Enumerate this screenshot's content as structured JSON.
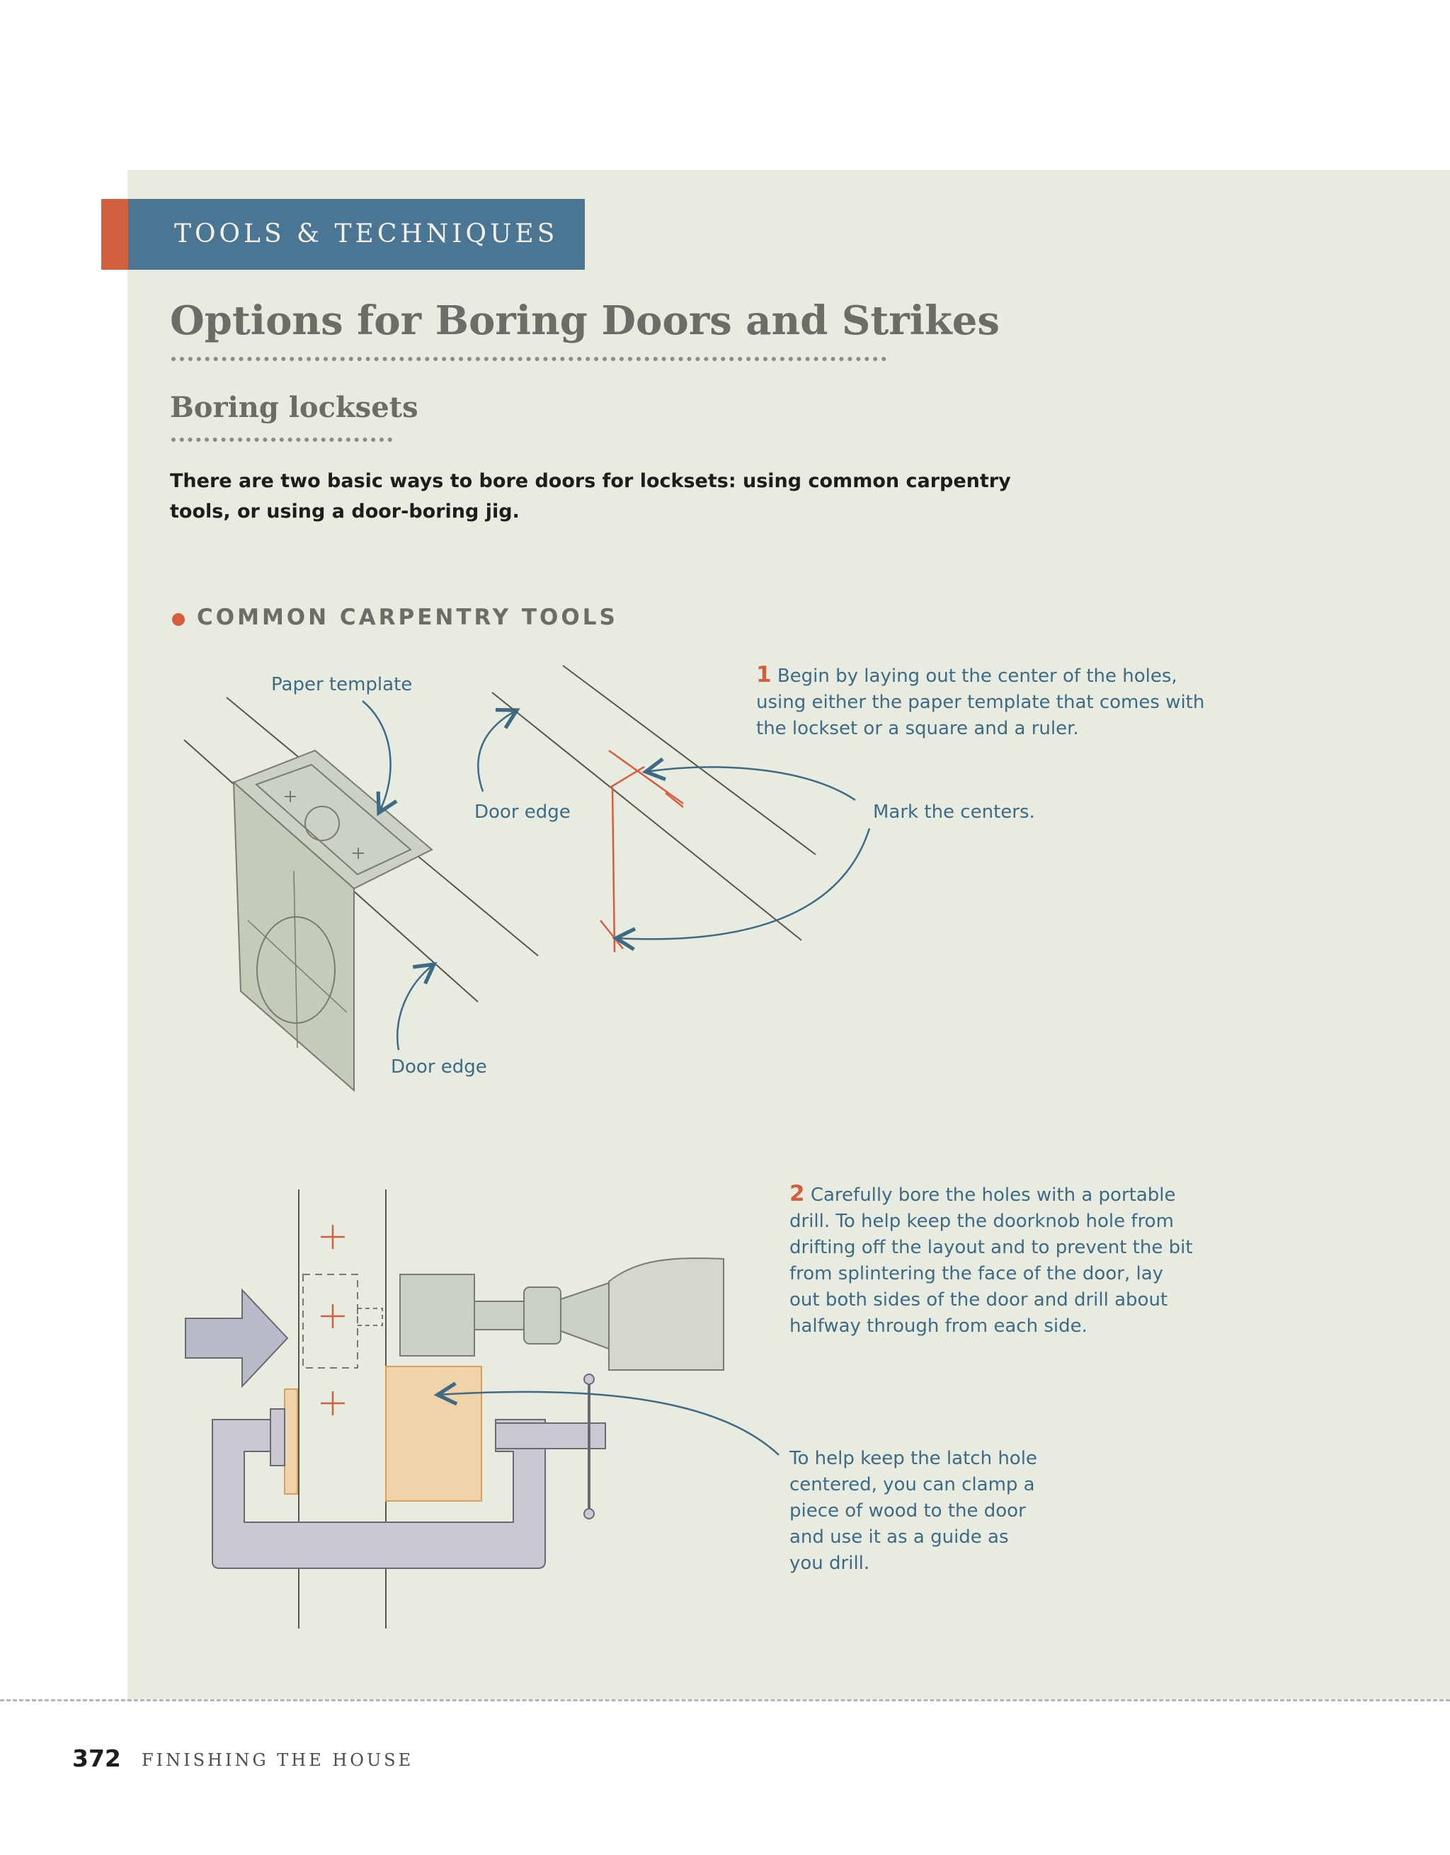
{
  "header": {
    "tag": "TOOLS & TECHNIQUES",
    "title": "Options for Boring Doors and Strikes",
    "subtitle": "Boring locksets",
    "intro": "There are two basic ways to bore doors for locksets: using common carpentry tools, or using a door-boring jig."
  },
  "section": {
    "heading": "COMMON CARPENTRY TOOLS"
  },
  "figure1": {
    "labels": {
      "paper_template": "Paper template",
      "door_edge_top": "Door edge",
      "door_edge_bottom": "Door edge",
      "mark_centers": "Mark the centers."
    },
    "step": {
      "number": "1",
      "text": "Begin by laying out the center of the holes, using either the paper template that comes with the lockset or a square and a ruler."
    }
  },
  "figure2": {
    "step": {
      "number": "2",
      "text": "Carefully bore the holes with a portable drill. To help keep the doorknob hole from drifting off the layout and to prevent the bit from splintering the face of the door, lay out both sides of the door and drill about halfway through from each side."
    },
    "note": "To help keep the latch hole centered, you can clamp a piece of wood to the door and use it as a guide as you drill."
  },
  "footer": {
    "page_number": "372",
    "title": "FINISHING THE HOUSE"
  },
  "colors": {
    "accent": "#d2603f",
    "banner": "#4a7593",
    "panel": "#e8ebdf",
    "label": "#3e6a84"
  }
}
